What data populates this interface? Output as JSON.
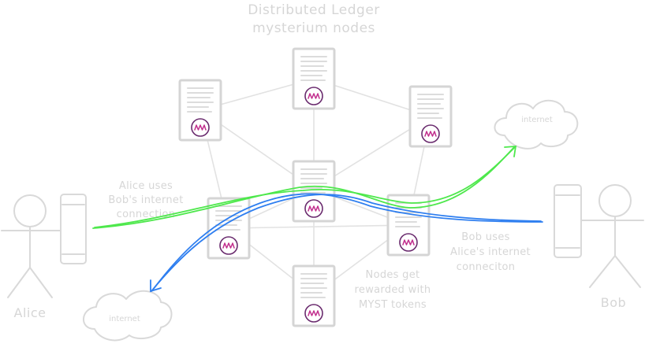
{
  "title": {
    "line1": "Distributed Ledger",
    "line2": "mysterium nodes"
  },
  "notes": {
    "alice_uses": [
      "Alice uses",
      "Bob's internet",
      "connection"
    ],
    "bob_uses": [
      "Bob uses",
      "Alice's internet",
      "conneciton"
    ],
    "rewards": [
      "Nodes get",
      "rewarded with",
      "MYST tokens"
    ]
  },
  "actors": {
    "alice": "Alice",
    "bob": "Bob"
  },
  "clouds": {
    "top_right": "internet",
    "bottom_left": "internet"
  },
  "colors": {
    "alice_path": "#4ee84c",
    "bob_path": "#2f7ff0",
    "logo_ring": "#6a2b6e",
    "logo_mark": "#c22f8e"
  },
  "nodes": [
    {
      "id": "node-top",
      "icon": "mysterium-logo-icon"
    },
    {
      "id": "node-upper-left",
      "icon": "mysterium-logo-icon"
    },
    {
      "id": "node-upper-right",
      "icon": "mysterium-logo-icon"
    },
    {
      "id": "node-center",
      "icon": "mysterium-logo-icon"
    },
    {
      "id": "node-left",
      "icon": "mysterium-logo-icon"
    },
    {
      "id": "node-right",
      "icon": "mysterium-logo-icon"
    },
    {
      "id": "node-bottom",
      "icon": "mysterium-logo-icon"
    }
  ]
}
